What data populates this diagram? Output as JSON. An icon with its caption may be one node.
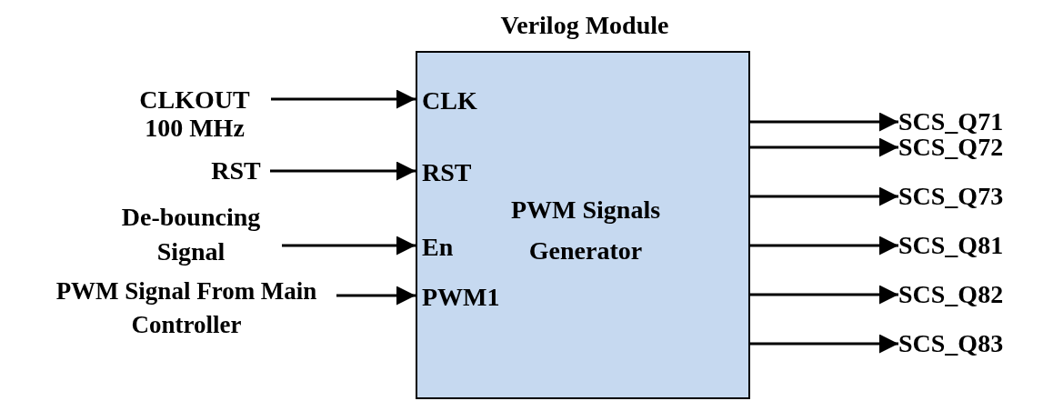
{
  "diagram": {
    "nodes": [
      {
        "text": [
          "Verilog Module",
          "CLK",
          "RST",
          "En",
          "PWM1",
          "PWM Signals Generator"
        ]
      },
      {
        "text": [
          "CLKOUT 100 MHz"
        ]
      },
      {
        "text": [
          "RST"
        ]
      },
      {
        "text": [
          "De-bouncing Signal"
        ]
      },
      {
        "text": [
          "PWM Signal From Main Controller"
        ]
      },
      {
        "text": [
          "SCS_Q71"
        ]
      },
      {
        "text": [
          "SCS_Q72"
        ]
      },
      {
        "text": [
          "SCS_Q73"
        ]
      },
      {
        "text": [
          "SCS_Q81"
        ]
      },
      {
        "text": [
          "SCS_Q82"
        ]
      },
      {
        "text": [
          "SCS_Q83"
        ]
      }
    ],
    "edges": [
      {
        "from": 1,
        "to": 0,
        "arrow": "to"
      },
      {
        "from": 2,
        "to": 0,
        "arrow": "to"
      },
      {
        "from": 3,
        "to": 0,
        "arrow": "to"
      },
      {
        "from": 4,
        "to": 0,
        "arrow": "to"
      },
      {
        "from": 0,
        "to": 5,
        "arrow": "to"
      },
      {
        "from": 0,
        "to": 6,
        "arrow": "to"
      },
      {
        "from": 0,
        "to": 7,
        "arrow": "to"
      },
      {
        "from": 0,
        "to": 8,
        "arrow": "to"
      },
      {
        "from": 0,
        "to": 9,
        "arrow": "to"
      },
      {
        "from": 0,
        "to": 10,
        "arrow": "to"
      }
    ]
  }
}
